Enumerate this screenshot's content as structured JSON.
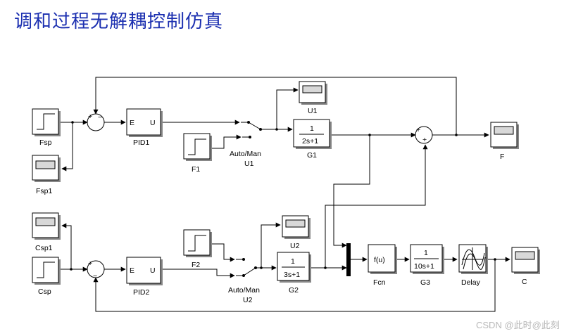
{
  "title": "调和过程无解耦控制仿真",
  "watermark": "CSDN @此时@此刻",
  "blocks": {
    "Fsp": "Fsp",
    "Fsp1": "Fsp1",
    "PID1": "PID1",
    "PID2": "PID2",
    "PID_E": "E",
    "PID_U": "U",
    "U1_scope": "U1",
    "U2_scope": "U2",
    "switch1": "Auto/Man",
    "switch1_name": "U1",
    "switch2": "Auto/Man",
    "switch2_name": "U2",
    "F1": "F1",
    "F2": "F2",
    "G1": "G1",
    "G1_num": "1",
    "G1_den": "2s+1",
    "G2": "G2",
    "G2_num": "1",
    "G2_den": "3s+1",
    "F": "F",
    "Csp": "Csp",
    "Csp1": "Csp1",
    "Fcn": "Fcn",
    "Fcn_expr": "f(u)",
    "G3": "G3",
    "G3_num": "1",
    "G3_den": "10s+1",
    "Delay": "Delay",
    "C": "C",
    "plus": "+",
    "minus": "−"
  },
  "colors": {
    "title": "#1b2fb0",
    "line": "#000000",
    "block_fill": "#ffffff",
    "shadow": "#888888",
    "scope_screen": "#d8d8d8"
  }
}
